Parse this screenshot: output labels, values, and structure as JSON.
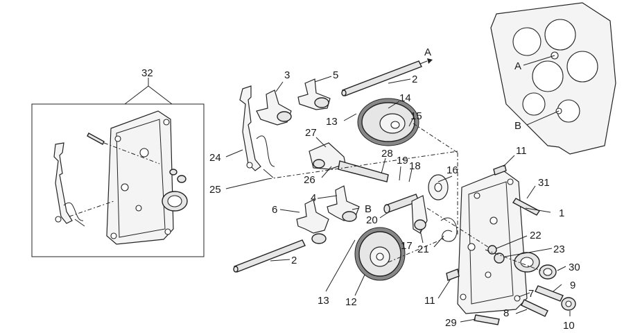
{
  "diagram": {
    "labels": [
      {
        "id": "l32",
        "text": "32"
      },
      {
        "id": "l3",
        "text": "3"
      },
      {
        "id": "l5",
        "text": "5"
      },
      {
        "id": "l2a",
        "text": "2"
      },
      {
        "id": "lA1",
        "text": "A"
      },
      {
        "id": "l14",
        "text": "14"
      },
      {
        "id": "l13a",
        "text": "13"
      },
      {
        "id": "l15",
        "text": "15"
      },
      {
        "id": "l24",
        "text": "24"
      },
      {
        "id": "l27",
        "text": "27"
      },
      {
        "id": "l28",
        "text": "28"
      },
      {
        "id": "l19",
        "text": "19"
      },
      {
        "id": "l18",
        "text": "18"
      },
      {
        "id": "l16",
        "text": "16"
      },
      {
        "id": "l11a",
        "text": "11"
      },
      {
        "id": "l26",
        "text": "26"
      },
      {
        "id": "l25",
        "text": "25"
      },
      {
        "id": "l4",
        "text": "4"
      },
      {
        "id": "l31",
        "text": "31"
      },
      {
        "id": "l6",
        "text": "6"
      },
      {
        "id": "lB1",
        "text": "B"
      },
      {
        "id": "l20",
        "text": "20"
      },
      {
        "id": "l1",
        "text": "1"
      },
      {
        "id": "l22",
        "text": "22"
      },
      {
        "id": "l17",
        "text": "17"
      },
      {
        "id": "l21",
        "text": "21"
      },
      {
        "id": "l23",
        "text": "23"
      },
      {
        "id": "l2b",
        "text": "2"
      },
      {
        "id": "l30",
        "text": "30"
      },
      {
        "id": "l9",
        "text": "9"
      },
      {
        "id": "l7",
        "text": "7"
      },
      {
        "id": "l13b",
        "text": "13"
      },
      {
        "id": "l12",
        "text": "12"
      },
      {
        "id": "l11b",
        "text": "11"
      },
      {
        "id": "l8",
        "text": "8"
      },
      {
        "id": "l29",
        "text": "29"
      },
      {
        "id": "l10",
        "text": "10"
      },
      {
        "id": "lA2",
        "text": "A"
      },
      {
        "id": "lB2",
        "text": "B"
      }
    ]
  }
}
